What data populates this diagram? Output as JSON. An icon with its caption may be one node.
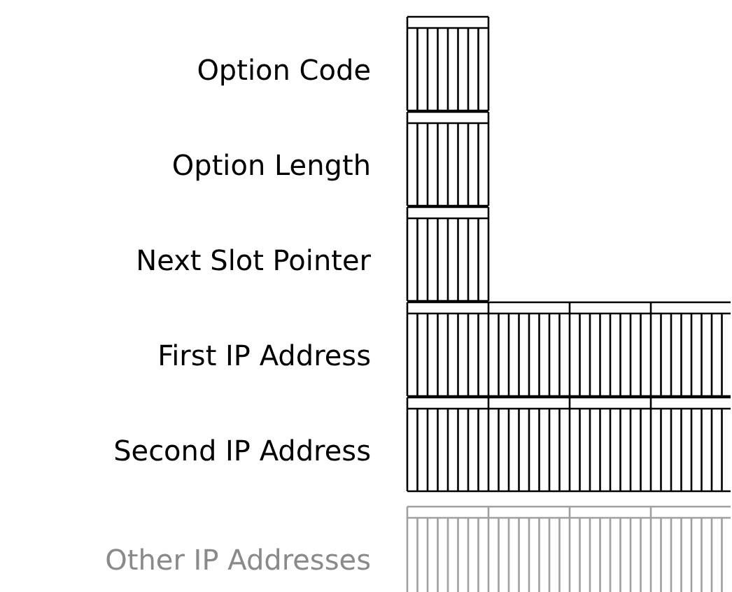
{
  "diagram": {
    "labels": [
      "Option Code",
      "Option Length",
      "Next Slot Pointer",
      "First IP Address",
      "Second IP Address",
      "Other IP Addresses"
    ]
  }
}
